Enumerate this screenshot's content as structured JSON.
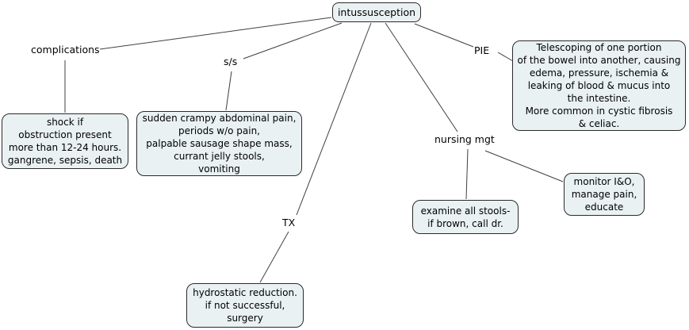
{
  "colors": {
    "box_fill": "#eaf1f2",
    "box_border": "#2b2b2b",
    "line_color": "#3f3f3f",
    "text_color": "#000000",
    "bg_color": "#ffffff"
  },
  "root": {
    "label": "intussusception"
  },
  "links": {
    "complications": "complications",
    "ss": "s/s",
    "tx": "TX",
    "nursing": "nursing mgt",
    "pie": "PIE"
  },
  "nodes": {
    "shock": "shock if\nobstruction present\nmore than 12-24 hours.\ngangrene, sepsis, death",
    "symptoms": "sudden crampy abdominal pain,\nperiods w/o pain,\npalpable sausage shape mass,\ncurrant jelly stools,\nvomiting",
    "definition": "Telescoping of one portion\nof the bowel into another, causing\nedema, pressure, ischemia &\nleaking of blood & mucus into\nthe intestine.\nMore common in cystic fibrosis\n& celiac.",
    "treatment": "hydrostatic reduction.\nif not successful,\nsurgery",
    "stools": "examine all stools-\nif brown, call dr.",
    "monitor": "monitor I&O,\nmanage pain,\neducate"
  }
}
